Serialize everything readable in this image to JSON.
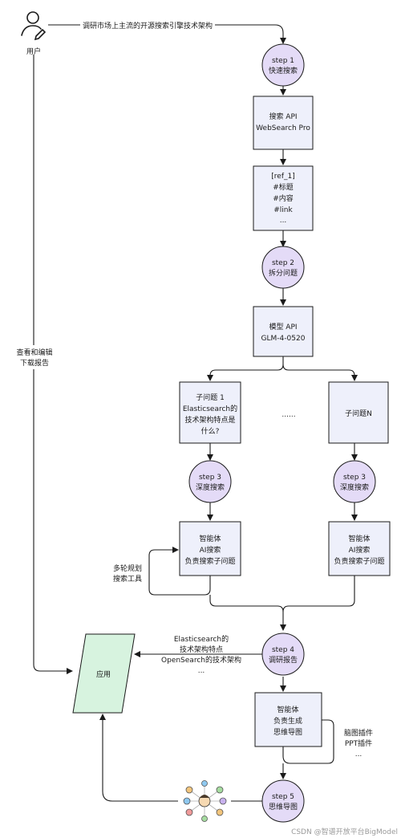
{
  "user": {
    "icon": "user-icon",
    "label": "用户"
  },
  "top_arrow_label": "调研市场上主流的开源搜索引擎技术架构",
  "left_arrow_label": [
    "查看和编辑",
    "下载报告"
  ],
  "steps": {
    "step1": [
      "step 1",
      "快速搜索"
    ],
    "step2": [
      "step 2",
      "拆分问题"
    ],
    "step3a": [
      "step 3",
      "深度搜索"
    ],
    "step3b": [
      "step 3",
      "深度搜索"
    ],
    "step4": [
      "step 4",
      "调研报告"
    ],
    "step5": [
      "step 5",
      "思维导图"
    ]
  },
  "boxes": {
    "search_api": [
      "搜索 API",
      "WebSearch Pro"
    ],
    "result": [
      "[ref_1]",
      "#标题",
      "#内容",
      "#link",
      "..."
    ],
    "model_api": [
      "模型 API",
      "GLM-4-0520"
    ],
    "subq1": [
      "子问题 1",
      "Elasticsearch的",
      "技术架构特点是",
      "什么?"
    ],
    "ellipsis": "......",
    "subqn": [
      "子问题N"
    ],
    "agent_a": [
      "智能体",
      "AI搜索",
      "负责搜索子问题"
    ],
    "agent_b": [
      "智能体",
      "AI搜索",
      "负责搜索子问题"
    ],
    "agent_c": [
      "智能体",
      "负责生成",
      "思维导图"
    ],
    "app": "应用"
  },
  "side_notes": {
    "multi_round": [
      "多轮规划",
      "搜索工具"
    ],
    "report_out": [
      "Elasticsearch的",
      "技术架构特点",
      "OpenSearch的技术架构",
      "..."
    ],
    "plugins": [
      "脑图插件",
      "PPT插件",
      "..."
    ]
  },
  "mindmap_icon": "mindmap-icon",
  "watermark": "CSDN @智谱开放平台BigModel",
  "colors": {
    "box_fill": "#eef0fb",
    "circle_fill": "#e4dbf7",
    "app_fill": "#d7f3df",
    "stroke": "#1a1a1a"
  }
}
